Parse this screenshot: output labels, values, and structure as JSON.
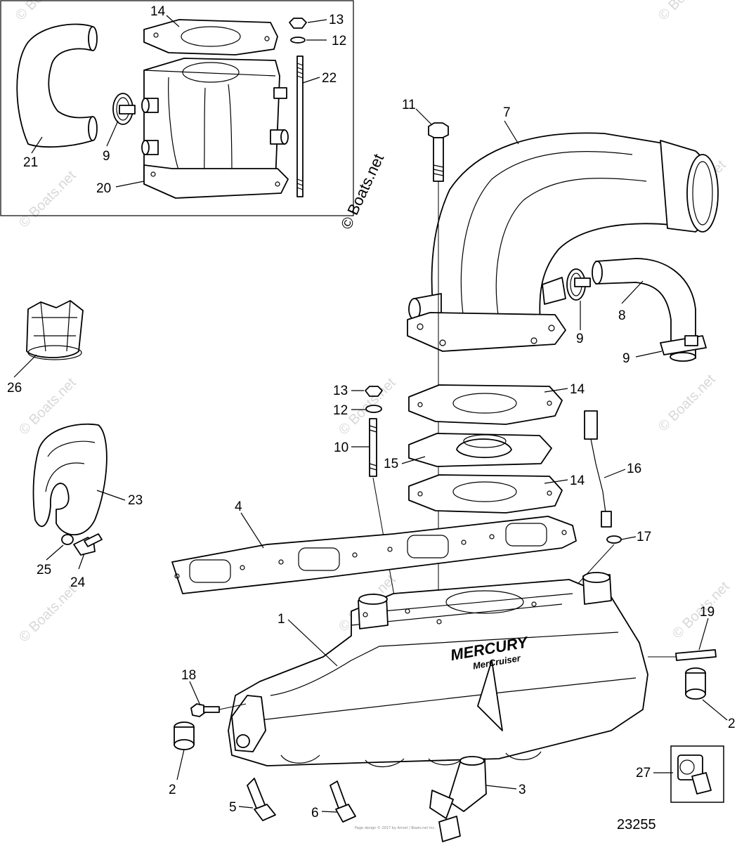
{
  "copyright": "© Boats.net",
  "watermark": "© Boats.net",
  "figure_number": "23255",
  "brand": {
    "name": "MERCURY",
    "sub": "MerCruiser"
  },
  "footer_fine_print": "Page design © 2017 by Arinet / Boats.net Inc.",
  "callouts": {
    "c1": "1",
    "c2a": "2",
    "c2b": "2",
    "c3": "3",
    "c4": "4",
    "c5": "5",
    "c6": "6",
    "c7": "7",
    "c8": "8",
    "c9a": "9",
    "c9b": "9",
    "c9c": "9",
    "c10": "10",
    "c11": "11",
    "c12a": "12",
    "c12b": "12",
    "c13a": "13",
    "c13b": "13",
    "c14a": "14",
    "c14b": "14",
    "c14c": "14",
    "c15": "15",
    "c16": "16",
    "c17": "17",
    "c18": "18",
    "c19": "19",
    "c20": "20",
    "c21": "21",
    "c22": "22",
    "c23": "23",
    "c24": "24",
    "c25": "25",
    "c26": "26",
    "c27": "27"
  }
}
